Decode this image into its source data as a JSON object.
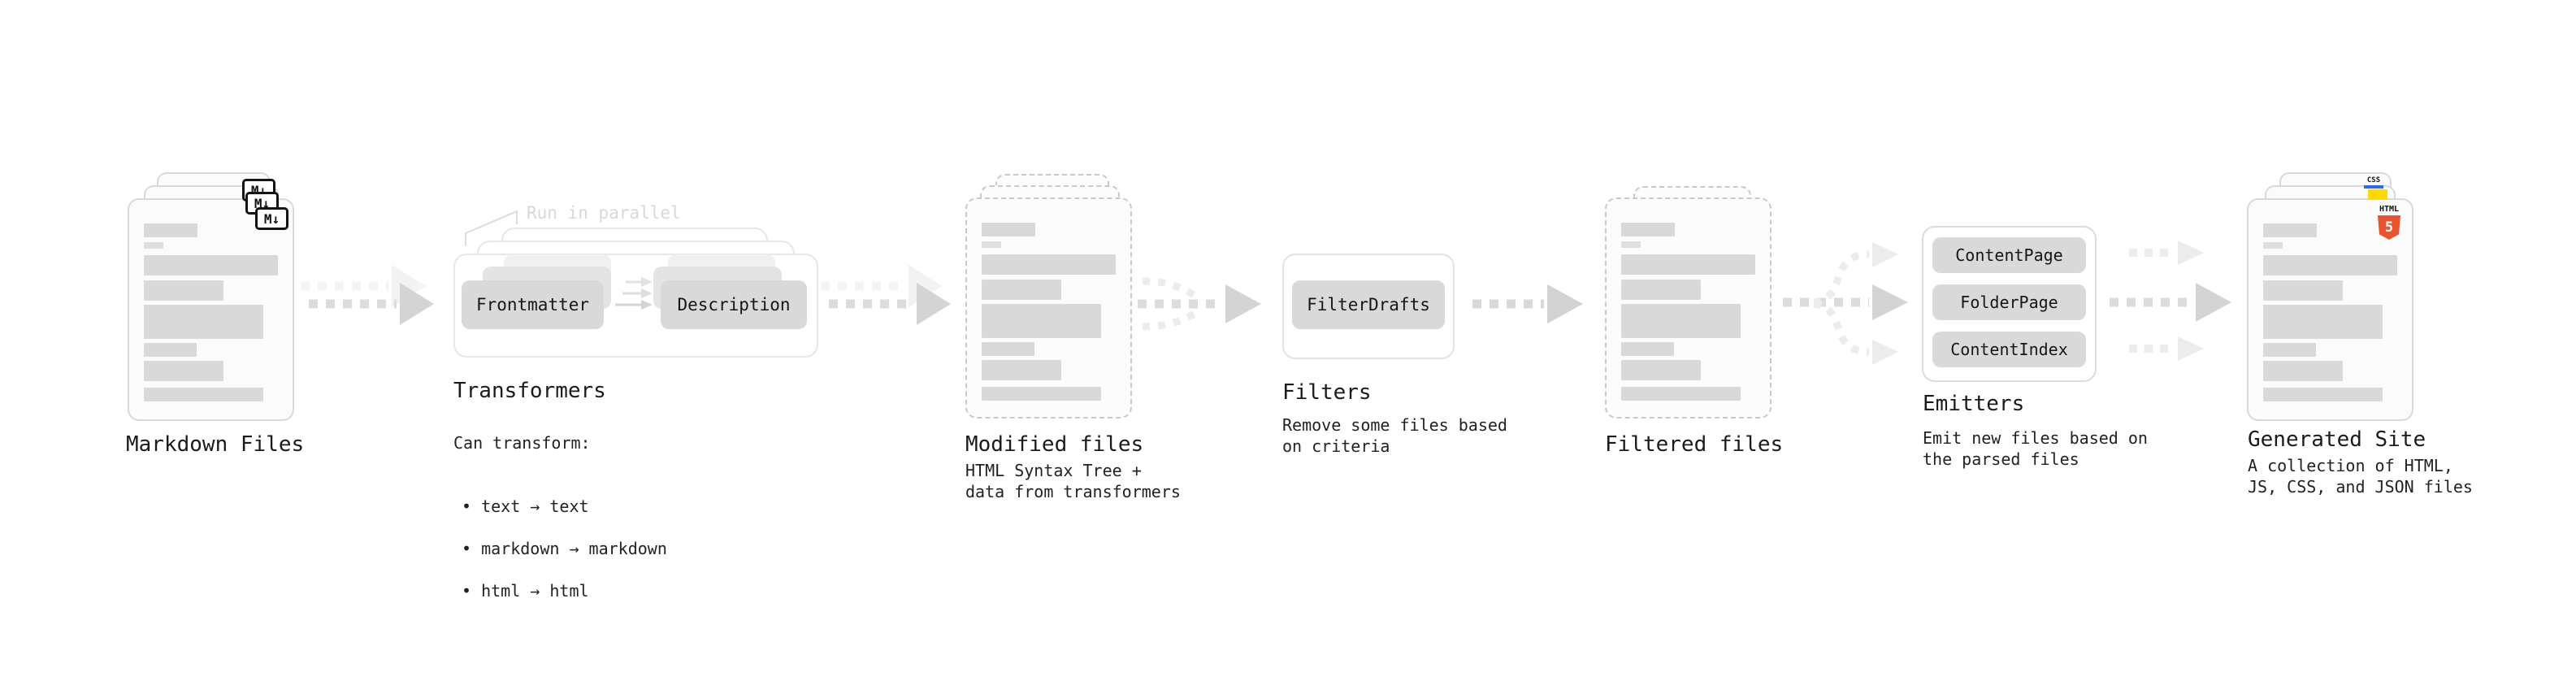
{
  "colors": {
    "pill_bg": "#d9d9d9",
    "card_border": "#d9d9d9",
    "dashed_border": "#c9c9c9",
    "frame_border": "#e7e7e7",
    "arrow_dash": "#dcdcdc",
    "arrow_head": "#d4d4d4",
    "arrow_light": "#ececec",
    "text": "#1b1b1b",
    "faded_note": "#d8d8d8",
    "html5_orange": "#e8542f",
    "js_yellow": "#ffd900",
    "css_blue": "#2d6ae3"
  },
  "stages": {
    "markdown": {
      "label": "Markdown Files",
      "badge": "M↓"
    },
    "transformers": {
      "label": "Transformers",
      "note": "Run in parallel",
      "pill_left": "Frontmatter",
      "pill_right": "Description",
      "desc_title": "Can transform:",
      "bullets": [
        "• text → text",
        "• markdown → markdown",
        "• html → html"
      ]
    },
    "modified": {
      "label": "Modified files",
      "desc": "HTML Syntax Tree +\ndata from transformers"
    },
    "filters": {
      "label": "Filters",
      "pill": "FilterDrafts",
      "desc": "Remove some files based\non criteria"
    },
    "filtered": {
      "label": "Filtered files"
    },
    "emitters": {
      "label": "Emitters",
      "pills": [
        "ContentPage",
        "FolderPage",
        "ContentIndex"
      ],
      "desc": "Emit new files based on\nthe parsed files"
    },
    "generated": {
      "label": "Generated Site",
      "desc": "A collection of HTML,\nJS, CSS, and JSON files",
      "css_badge": "CSS",
      "html_badge_word": "HTML",
      "html_badge_five": "5"
    }
  }
}
